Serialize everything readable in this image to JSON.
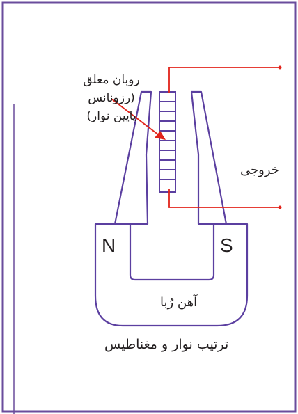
{
  "labels": {
    "ribbon_line1": "روبان معلق",
    "ribbon_line2": "(رزونانس",
    "ribbon_line3": "پایین نوار)",
    "output": "خروجی",
    "pole_north": "N",
    "pole_south": "S",
    "magnet": "آهن رُبا",
    "caption": "ترتیب نوار و مغناطیس"
  },
  "colors": {
    "frame": "#6a4c9c",
    "magnet": "#5b3fa0",
    "wire": "#e2231a",
    "text": "#231f20"
  }
}
